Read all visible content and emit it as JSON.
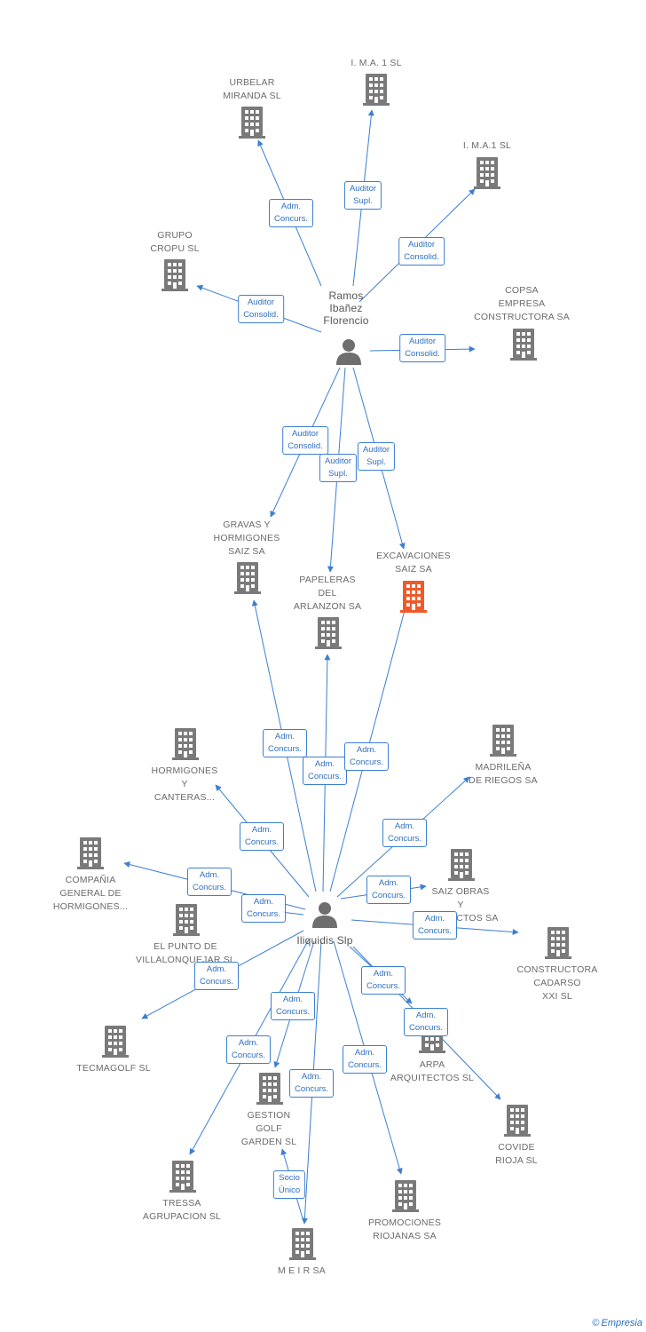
{
  "colors": {
    "building": "#7a7a7a",
    "building_highlight": "#f05a28",
    "person": "#6e6e6e",
    "edge": "#3b7fd1"
  },
  "persons": [
    {
      "id": "ramos",
      "label": "Ramos\nIbañez\nFlorencio",
      "icon": "person-icon"
    },
    {
      "id": "iliquidis",
      "label": "Iliquidis Slp",
      "icon": "person-icon"
    }
  ],
  "companies": [
    {
      "id": "ima1sl",
      "label": "I. M.A. 1 SL",
      "icon": "building-icon"
    },
    {
      "id": "urbelar",
      "label": "URBELAR\nMIRANDA SL",
      "icon": "building-icon"
    },
    {
      "id": "ima1sl2",
      "label": "I. M.A.1 SL",
      "icon": "building-icon"
    },
    {
      "id": "grupocropu",
      "label": "GRUPO\nCROPU SL",
      "icon": "building-icon"
    },
    {
      "id": "copsa",
      "label": "COPSA\nEMPRESA\nCONSTRUCTORA SA",
      "icon": "building-icon"
    },
    {
      "id": "gravas",
      "label": "GRAVAS Y\nHORMIGONES\nSAIZ SA",
      "icon": "building-icon"
    },
    {
      "id": "excavaciones",
      "label": "EXCAVACIONES\nSAIZ SA",
      "icon": "building-icon",
      "highlight": true
    },
    {
      "id": "papeleras",
      "label": "PAPELERAS\nDEL\nARLANZON SA",
      "icon": "building-icon"
    },
    {
      "id": "hormigonescanteras",
      "label": "HORMIGONES\nY\nCANTERAS...",
      "icon": "building-icon"
    },
    {
      "id": "madrilena",
      "label": "MADRILEÑA\nDE RIEGOS SA",
      "icon": "building-icon"
    },
    {
      "id": "compania",
      "label": "COMPAÑIA\nGENERAL DE\nHORMIGONES...",
      "icon": "building-icon"
    },
    {
      "id": "saizobras",
      "label": "SAIZ OBRAS\nY\nPROYECTOS SA",
      "icon": "building-icon"
    },
    {
      "id": "elpunto",
      "label": "EL PUNTO DE\nVILLALONQUEJAR SL",
      "icon": "building-icon"
    },
    {
      "id": "cadarso",
      "label": "CONSTRUCTORA\nCADARSO\nXXI SL",
      "icon": "building-icon"
    },
    {
      "id": "tecmagolf",
      "label": "TECMAGOLF SL",
      "icon": "building-icon"
    },
    {
      "id": "arpa",
      "label": "ARPA\nARQUITECTOS SL",
      "icon": "building-icon"
    },
    {
      "id": "gestiongolf",
      "label": "GESTION\nGOLF\nGARDEN SL",
      "icon": "building-icon"
    },
    {
      "id": "covide",
      "label": "COVIDE\nRIOJA SL",
      "icon": "building-icon"
    },
    {
      "id": "tressa",
      "label": "TRESSA\nAGRUPACION SL",
      "icon": "building-icon"
    },
    {
      "id": "promociones",
      "label": "PROMOCIONES\nRIOJANAS SA",
      "icon": "building-icon"
    },
    {
      "id": "meir",
      "label": "M E I R SA",
      "icon": "building-icon"
    }
  ],
  "edges": [
    {
      "from": "ramos",
      "to": "ima1sl",
      "label": "Auditor\nSupl."
    },
    {
      "from": "ramos",
      "to": "urbelar",
      "label": "Adm.\nConcurs."
    },
    {
      "from": "ramos",
      "to": "ima1sl2",
      "label": "Auditor\nConsolid."
    },
    {
      "from": "ramos",
      "to": "grupocropu",
      "label": "Auditor\nConsolid."
    },
    {
      "from": "ramos",
      "to": "copsa",
      "label": "Auditor\nConsolid."
    },
    {
      "from": "ramos",
      "to": "gravas",
      "label": "Auditor\nConsolid."
    },
    {
      "from": "ramos",
      "to": "papeleras",
      "label": "Auditor\nSupl."
    },
    {
      "from": "ramos",
      "to": "excavaciones",
      "label": "Auditor\nSupl."
    },
    {
      "from": "iliquidis",
      "to": "gravas",
      "label": "Adm.\nConcurs."
    },
    {
      "from": "iliquidis",
      "to": "papeleras",
      "label": "Adm.\nConcurs."
    },
    {
      "from": "iliquidis",
      "to": "excavaciones",
      "label": "Adm.\nConcurs."
    },
    {
      "from": "iliquidis",
      "to": "hormigonescanteras",
      "label": "Adm.\nConcurs."
    },
    {
      "from": "iliquidis",
      "to": "madrilena",
      "label": "Adm.\nConcurs."
    },
    {
      "from": "iliquidis",
      "to": "compania",
      "label": "Adm.\nConcurs."
    },
    {
      "from": "iliquidis",
      "to": "elpunto",
      "label": "Adm.\nConcurs."
    },
    {
      "from": "iliquidis",
      "to": "saizobras",
      "label": "Adm.\nConcurs."
    },
    {
      "from": "iliquidis",
      "to": "cadarso",
      "label": "Adm.\nConcurs."
    },
    {
      "from": "iliquidis",
      "to": "tecmagolf",
      "label": "Adm.\nConcurs."
    },
    {
      "from": "iliquidis",
      "to": "arpa",
      "label": "Adm.\nConcurs."
    },
    {
      "from": "iliquidis",
      "to": "covide",
      "label": "Adm.\nConcurs."
    },
    {
      "from": "iliquidis",
      "to": "gestiongolf",
      "label": "Adm.\nConcurs."
    },
    {
      "from": "iliquidis",
      "to": "tressa",
      "label": "Adm.\nConcurs."
    },
    {
      "from": "iliquidis",
      "to": "meir",
      "label": "Adm.\nConcurs."
    },
    {
      "from": "iliquidis",
      "to": "promociones",
      "label": "Adm.\nConcurs."
    },
    {
      "from": "meir",
      "to": "gestiongolf",
      "label": "Socio\nÚnico"
    }
  ],
  "brand": {
    "copyright": "©",
    "name": "Empresia"
  }
}
